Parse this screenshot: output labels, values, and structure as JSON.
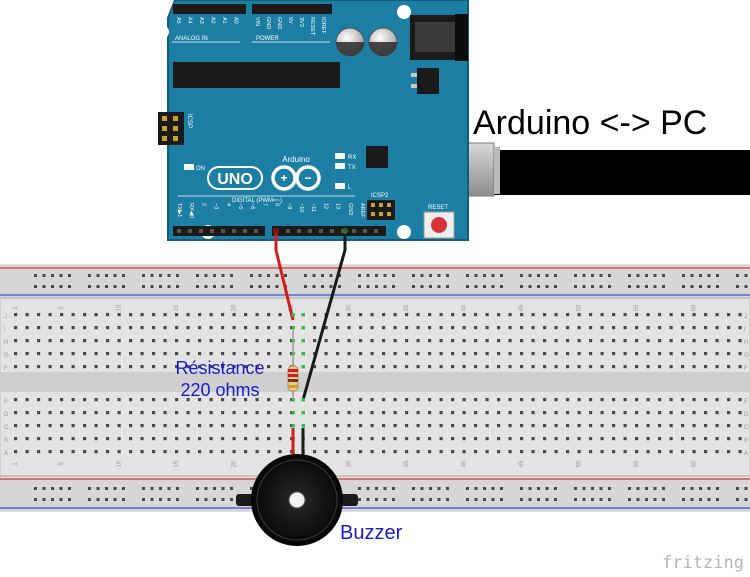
{
  "diagram": {
    "connection_label": "Arduino <-> PC",
    "resistor_label_line1": "Résistance",
    "resistor_label_line2": "220 ohms",
    "buzzer_label": "Buzzer",
    "logo_text": "fritzing"
  },
  "arduino": {
    "model_text": "UNO",
    "brand_text": "Arduino",
    "analog_header": "ANALOG IN",
    "analog_pins": [
      "A5",
      "A4",
      "A3",
      "A2",
      "A1",
      "A0"
    ],
    "power_header": "POWER",
    "power_pins": [
      "VIN",
      "GND",
      "GND",
      "5V",
      "3V3",
      "RESET",
      "IOREF"
    ],
    "digital_header": "DIGITAL (PWM=~)",
    "digital_pins": [
      "TX▶1",
      "RX◀0",
      "2",
      "~3",
      "4",
      "~5",
      "~6",
      "7",
      "8",
      "~9",
      "~10",
      "~11",
      "12",
      "13",
      "GND",
      "AREF"
    ],
    "led_labels": [
      "ON",
      "RX",
      "TX",
      "L"
    ],
    "icsp_labels": [
      "ICSP",
      "ICSP2"
    ],
    "reset_label": "RESET"
  },
  "breadboard": {
    "column_numbers": [
      "1",
      "5",
      "10",
      "15",
      "20",
      "25",
      "30",
      "35",
      "40",
      "45",
      "50",
      "55",
      "60"
    ],
    "row_letters_top": [
      "J",
      "I",
      "H",
      "G",
      "F"
    ],
    "row_letters_bottom": [
      "E",
      "D",
      "C",
      "B",
      "A"
    ]
  },
  "colors": {
    "arduino_board": "#1c7ea2",
    "arduino_board_edge": "#0f5f7c",
    "breadboard": "#e4e4e4",
    "rail_red": "#d23a3a",
    "rail_blue": "#3a4fd2",
    "wire_red": "#d11d1d",
    "wire_black": "#1a1a1a",
    "label_blue": "#1a1ad0",
    "usb_cable": "#000000"
  }
}
